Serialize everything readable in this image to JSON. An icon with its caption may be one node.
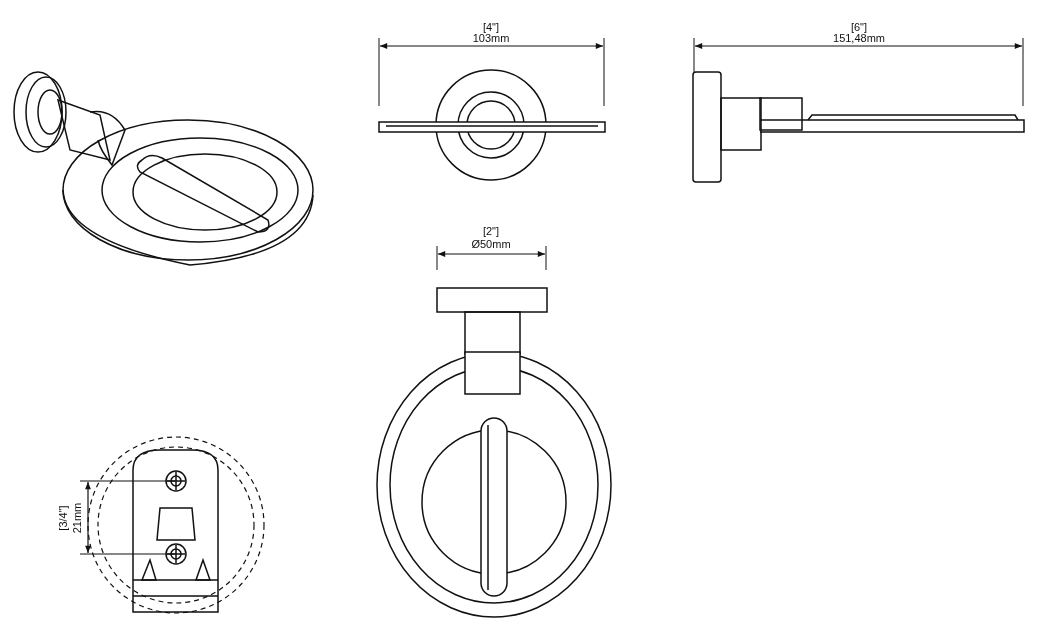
{
  "diagram": {
    "labels": [
      "[4\"]",
      "103mm",
      "[6\"]",
      "151,48mm",
      "[2\"]",
      "Ø50mm",
      "[3/4\"]",
      "21mm"
    ]
  }
}
